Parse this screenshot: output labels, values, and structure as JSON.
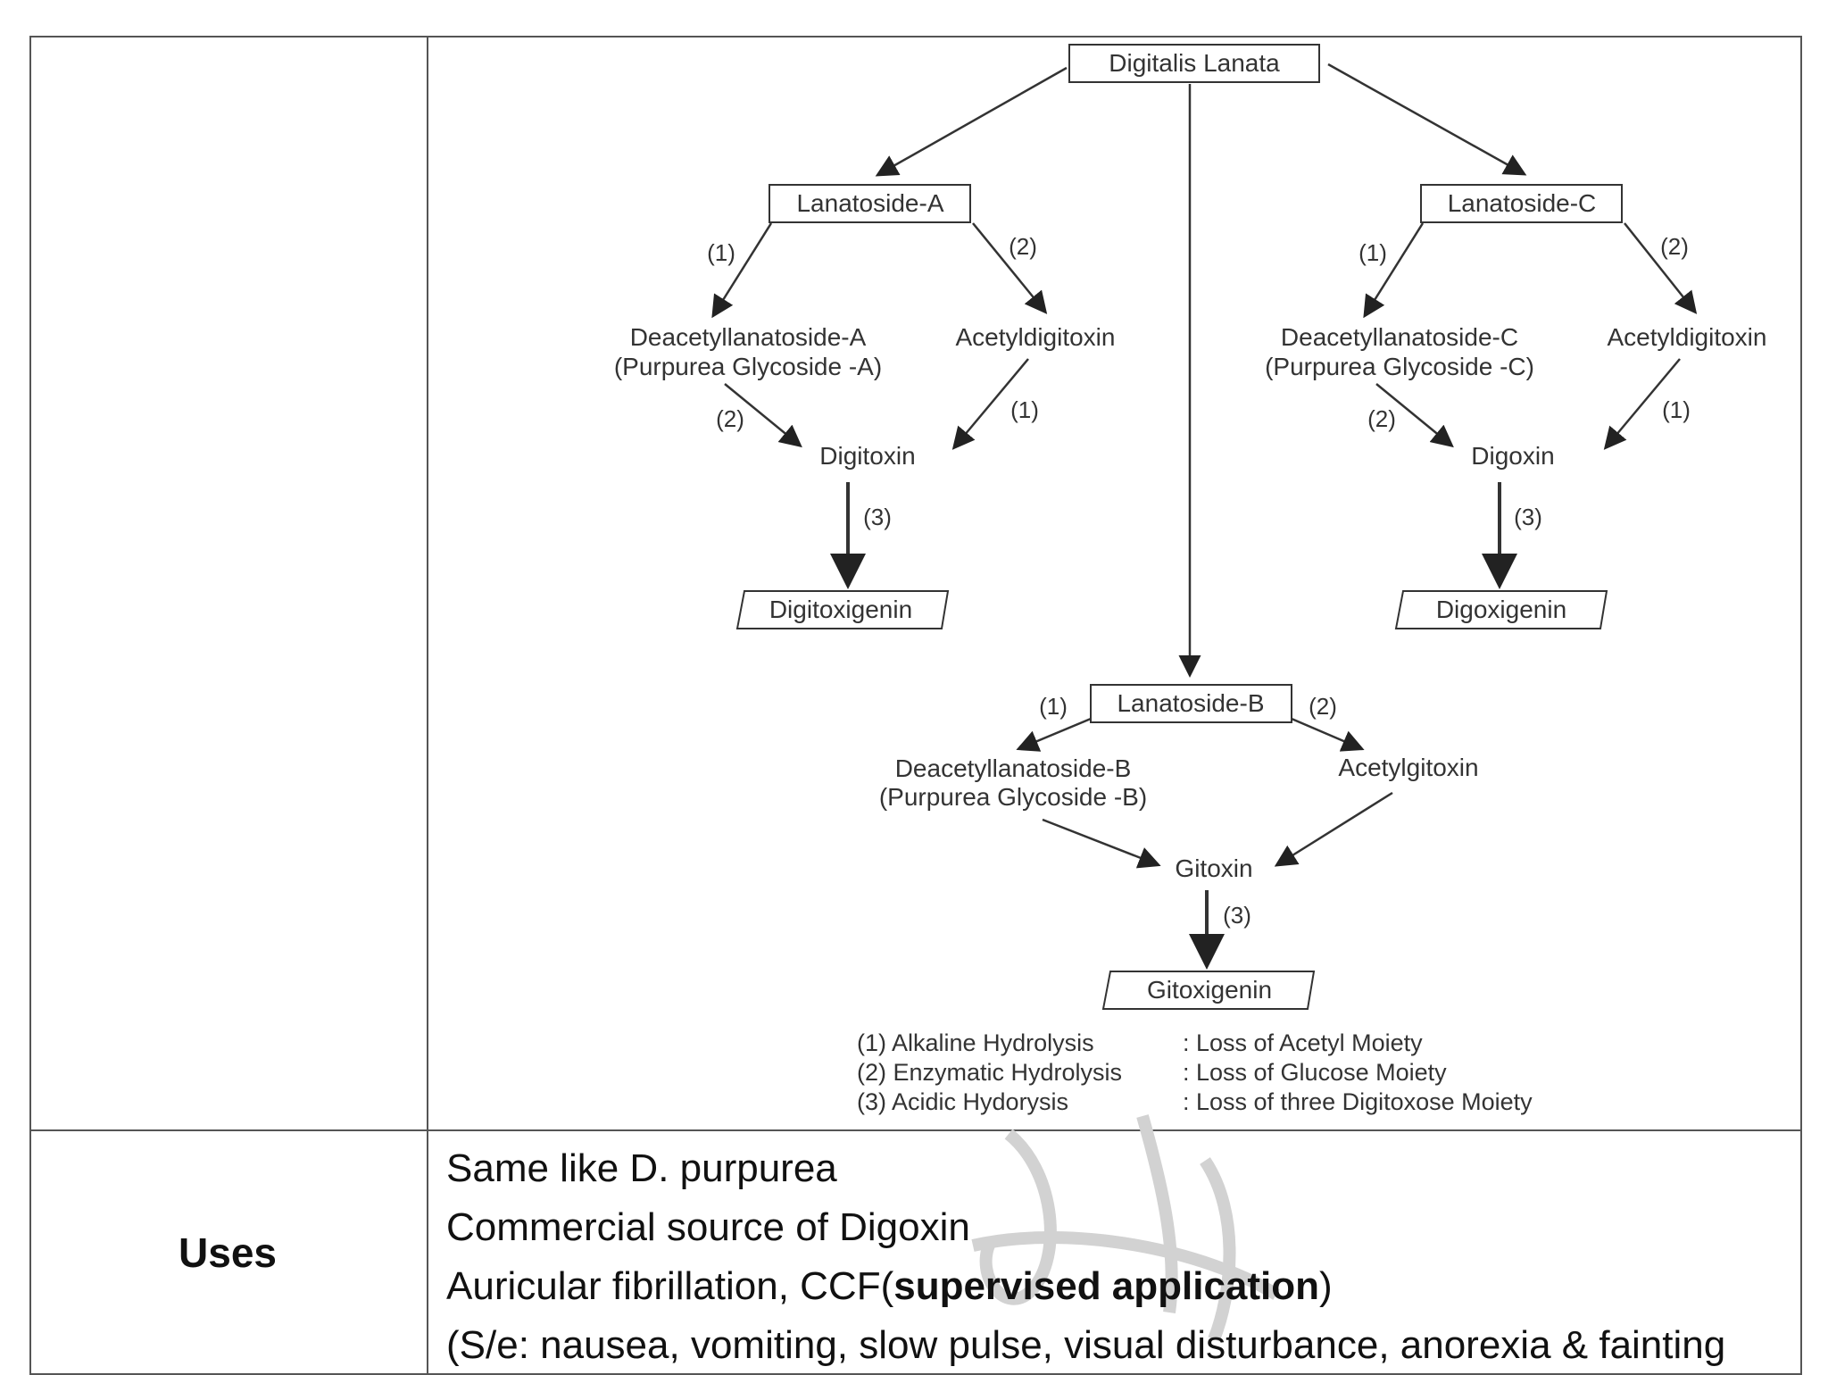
{
  "diagram": {
    "root": "Digitalis Lanata",
    "branch_a": {
      "glycoside": "Lanatoside-A",
      "deacetyl_line1": "Deacetyllanatoside-A",
      "deacetyl_line2": "(Purpurea Glycoside -A)",
      "acetyl": "Acetyldigitoxin",
      "product": "Digitoxin",
      "aglycone": "Digitoxigenin"
    },
    "branch_c": {
      "glycoside": "Lanatoside-C",
      "deacetyl_line1": "Deacetyllanatoside-C",
      "deacetyl_line2": "(Purpurea Glycoside -C)",
      "acetyl": "Acetyldigitoxin",
      "product": "Digoxin",
      "aglycone": "Digoxigenin"
    },
    "branch_b": {
      "glycoside": "Lanatoside-B",
      "deacetyl_line1": "Deacetyllanatoside-B",
      "deacetyl_line2": "(Purpurea Glycoside -B)",
      "acetyl": "Acetylgitoxin",
      "product": "Gitoxin",
      "aglycone": "Gitoxigenin"
    },
    "step_labels": {
      "one": "(1)",
      "two": "(2)",
      "three": "(3)"
    },
    "legend": [
      {
        "step": "(1) Alkaline Hydrolysis",
        "effect": ": Loss of Acetyl Moiety"
      },
      {
        "step": "(2) Enzymatic Hydrolysis",
        "effect": ": Loss of Glucose Moiety"
      },
      {
        "step": "(3) Acidic Hydorysis",
        "effect": ": Loss of three Digitoxose Moiety"
      }
    ]
  },
  "uses": {
    "label": "Uses",
    "line1": "Same like D. purpurea",
    "line2": "Commercial source of Digoxin",
    "line3_prefix": "Auricular fibrillation, CCF(",
    "line3_bold": "supervised application",
    "line3_suffix": ")",
    "line4": "(S/e: nausea, vomiting, slow pulse, visual disturbance, anorexia & fainting"
  },
  "colors": {
    "line": "#333333",
    "border": "#555555",
    "watermark": "#cfcfcf"
  }
}
